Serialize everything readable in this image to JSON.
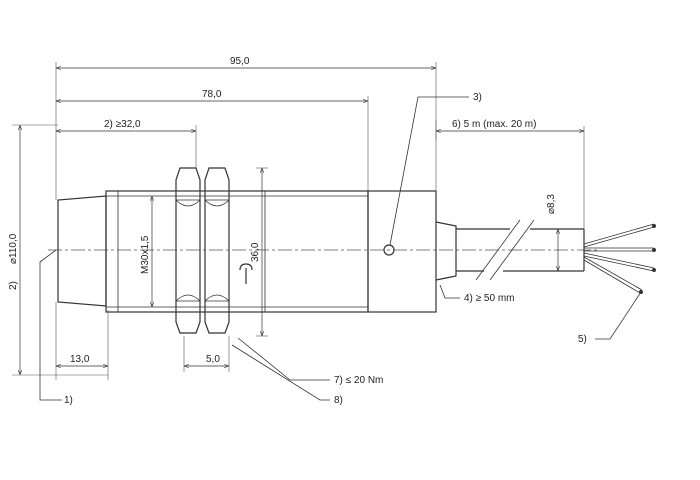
{
  "dimensions": {
    "overall_length": "95,0",
    "body_length": "78,0",
    "thread_length": "2) ≥32,0",
    "diameter": "⌀110,0",
    "diameter_note": "2)",
    "front_length": "13,0",
    "nut_width": "5,0",
    "wrench_size": "36,0",
    "thread": "M30x1,5",
    "cable_diameter": "⌀8,3",
    "cable_length": "6)  5 m  (max. 20 m)"
  },
  "callouts": {
    "c1": "1)",
    "c3": "3)",
    "c4": "4)  ≥ 50 mm",
    "c5": "5)",
    "c7": "7)   ≤ 20 Nm",
    "c8": "8)"
  }
}
